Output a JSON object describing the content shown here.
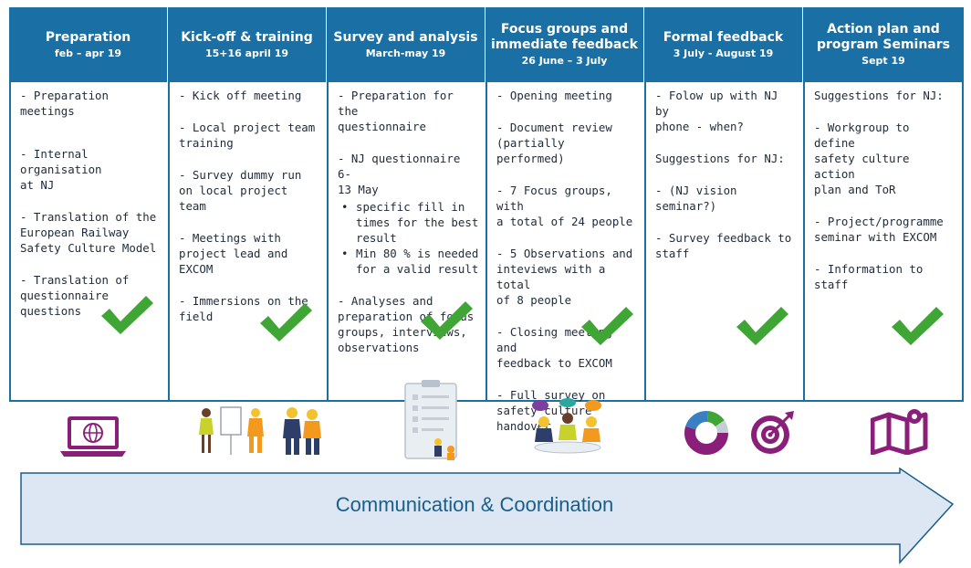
{
  "phases": [
    {
      "title": "Preparation",
      "subtitle": "feb – apr 19",
      "items": [
        "- Preparation\nmeetings",
        "- Internal organisation\nat NJ",
        "- Translation of the\nEuropean Railway\nSafety Culture Model",
        "- Translation  of\nquestionnaire\nquestions"
      ]
    },
    {
      "title": "Kick-off & training",
      "subtitle": "15+16 april 19",
      "items": [
        "- Kick off meeting",
        "- Local project team\ntraining",
        "- Survey dummy run\non local project team",
        "- Meetings with\nproject  lead and\nEXCOM",
        "- Immersions on the\nfield"
      ]
    },
    {
      "title": "Survey and analysis",
      "subtitle": "March-may 19",
      "items": [
        "- Preparation for the\nquestionnaire",
        "- NJ questionnaire 6-\n13 May"
      ],
      "bullets": [
        "specific fill in\ntimes for the best\nresult",
        "Min 80 % is needed\nfor a valid result"
      ],
      "items_after": [
        "- Analyses and\npreparation of focus\ngroups, interviews,\nobservations"
      ]
    },
    {
      "title": "Focus groups and\nimmediate feedback",
      "subtitle": "26 June – 3 July",
      "items": [
        "- Opening meeting",
        "- Document review\n(partially performed)",
        "- 7 Focus groups, with\na total of 24 people",
        "-  5 Observations and\ninteviews with a total\nof 8 people",
        "- Closing meeting and\nfeedback to EXCOM",
        "- Full survey on\nsafety culture\nhandover"
      ]
    },
    {
      "title": "Formal feedback",
      "subtitle": "3 July - August 19",
      "items": [
        "- Folow up with NJ by\nphone - when?",
        "Suggestions for NJ:",
        "- (NJ vision seminar?)",
        "- Survey feedback to\nstaff"
      ]
    },
    {
      "title": "Action plan and\nprogram Seminars",
      "subtitle": "Sept 19",
      "items": [
        "Suggestions for NJ:",
        "- Workgroup to define\nsafety culture  action\nplan and ToR",
        "- Project/programme\nseminar with EXCOM",
        "- Information to staff"
      ]
    }
  ],
  "arrow_label": "Communication  & Coordination",
  "icons": [
    "laptop-globe-icon",
    "training-workers-icon",
    "survey-clipboard-icon",
    "focus-group-icon",
    "feedback-chart-target-icon",
    "roadmap-icon"
  ],
  "colors": {
    "header": "#1a6fa4",
    "check": "#3fa535",
    "icon_purple": "#8a1f7a",
    "arrow_fill": "#dde7f3",
    "arrow_stroke": "#1a5e8a"
  }
}
